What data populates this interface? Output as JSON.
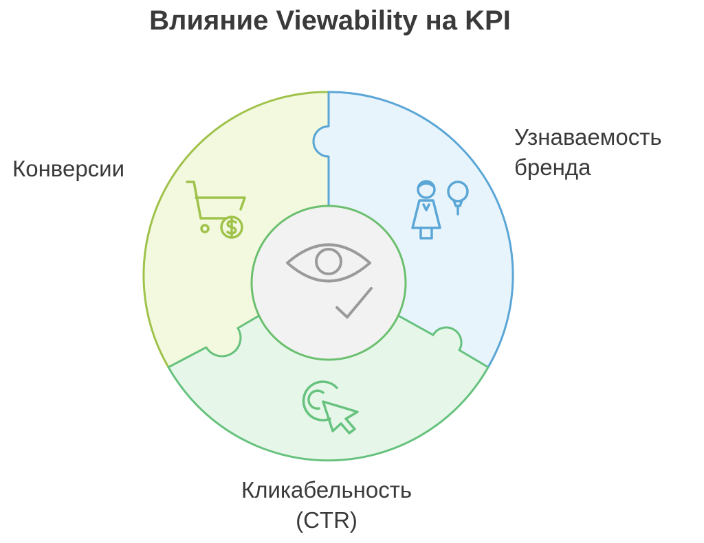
{
  "title": "Влияние Viewability на KPI",
  "segments": {
    "conversions": {
      "line1": "Конверсии",
      "icon": "shopping-cart-dollar-icon",
      "color": "#9fc24a",
      "fill": "#f3f9df"
    },
    "brand": {
      "line1": "Узнаваемость",
      "line2": "бренда",
      "icon": "person-lightbulb-icon",
      "color": "#5aa6d6",
      "fill": "#e8f4fb"
    },
    "ctr": {
      "line1": "Кликабельность",
      "line2": "(CTR)",
      "icon": "click-cursor-icon",
      "color": "#67c27e",
      "fill": "#e6f7ea"
    }
  },
  "center": {
    "icon": "eye-check-icon",
    "fill": "#f2f2f2",
    "stroke": "#6cbf6f"
  }
}
